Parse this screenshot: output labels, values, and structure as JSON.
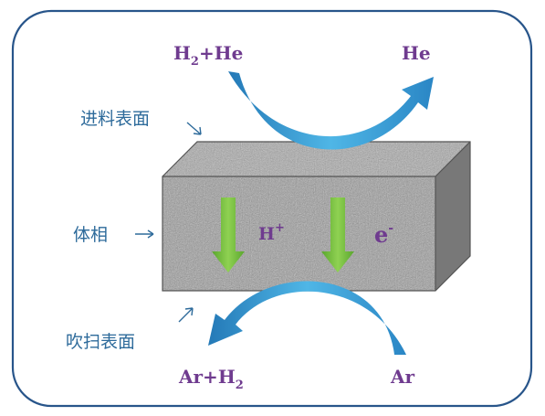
{
  "feed": {
    "inlet_main": "H",
    "inlet_sub": "2",
    "inlet_rest": "+He",
    "outlet": "He"
  },
  "sweep": {
    "outlet_main": "Ar+H",
    "outlet_sub": "2",
    "inlet": "Ar"
  },
  "labels": {
    "feed_surface": "进料表面",
    "bulk": "体相",
    "sweep_surface": "吹扫表面"
  },
  "carriers": {
    "proton_main": "H",
    "proton_sup": "+",
    "electron_main": "e",
    "electron_sup": "-"
  },
  "colors": {
    "arrow": "#3fa9df",
    "arrow_dark": "#2479b7",
    "carrier_arrow": "#7cc242",
    "gas_text": "#6f3b8f",
    "label_text": "#2e6b9b",
    "frame": "#28558a"
  }
}
